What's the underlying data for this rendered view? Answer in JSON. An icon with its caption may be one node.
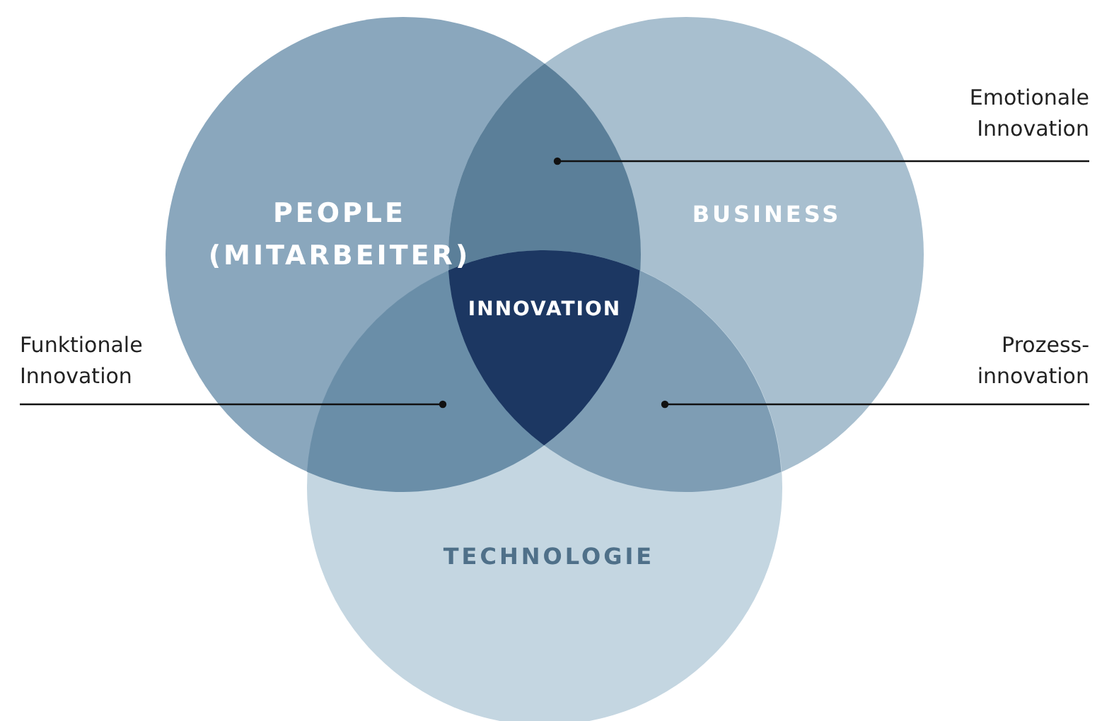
{
  "diagram": {
    "nodes": [
      {
        "text": [
          "PEOPLE (MITARBEITER)"
        ]
      },
      {
        "text": [
          "BUSINESS"
        ]
      },
      {
        "text": [
          "INNOVATION"
        ]
      },
      {
        "text": [
          "TECHNOLOGIE"
        ]
      },
      {
        "text": [
          "Emotionale Innovation"
        ]
      },
      {
        "text": [
          "Funktionale Innovation"
        ]
      },
      {
        "text": [
          "Prozess-innovation"
        ]
      },
      {
        "text": [],
        "shape": "lens"
      },
      {
        "text": [],
        "shape": "lens"
      },
      {
        "text": [],
        "shape": "lens"
      }
    ],
    "edges": [
      {
        "from": 4,
        "to": 7,
        "arrow": "other"
      },
      {
        "from": 5,
        "to": 8,
        "arrow": "other"
      },
      {
        "from": 6,
        "to": 9,
        "arrow": "other"
      }
    ]
  }
}
